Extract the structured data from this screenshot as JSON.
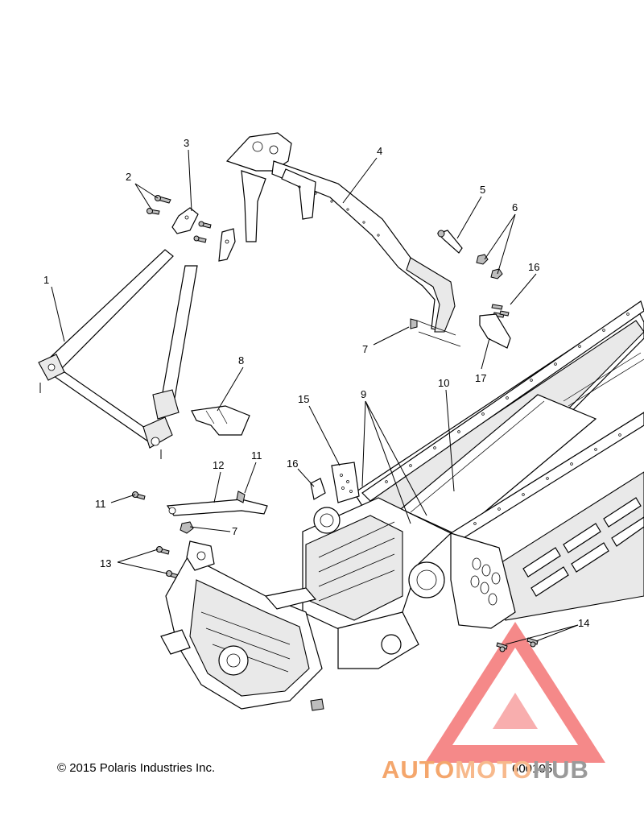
{
  "callouts": {
    "c1": "1",
    "c2": "2",
    "c3": "3",
    "c4": "4",
    "c5": "5",
    "c6": "6",
    "c7a": "7",
    "c7b": "7",
    "c8": "8",
    "c9": "9",
    "c10": "10",
    "c11a": "11",
    "c11b": "11",
    "c12": "12",
    "c13": "13",
    "c14": "14",
    "c15": "15",
    "c16a": "16",
    "c16b": "16",
    "c17": "17"
  },
  "footer": {
    "copyright": "© 2015 Polaris Industries Inc.",
    "figure_number": "600105"
  },
  "watermark": {
    "part1": "AUTO",
    "part2": "MOTO",
    "part3": "HUB",
    "colors": {
      "triangle": "#ef3b3b",
      "text_orange": "#f4a66c",
      "text_gray": "#9a9a9a"
    }
  }
}
